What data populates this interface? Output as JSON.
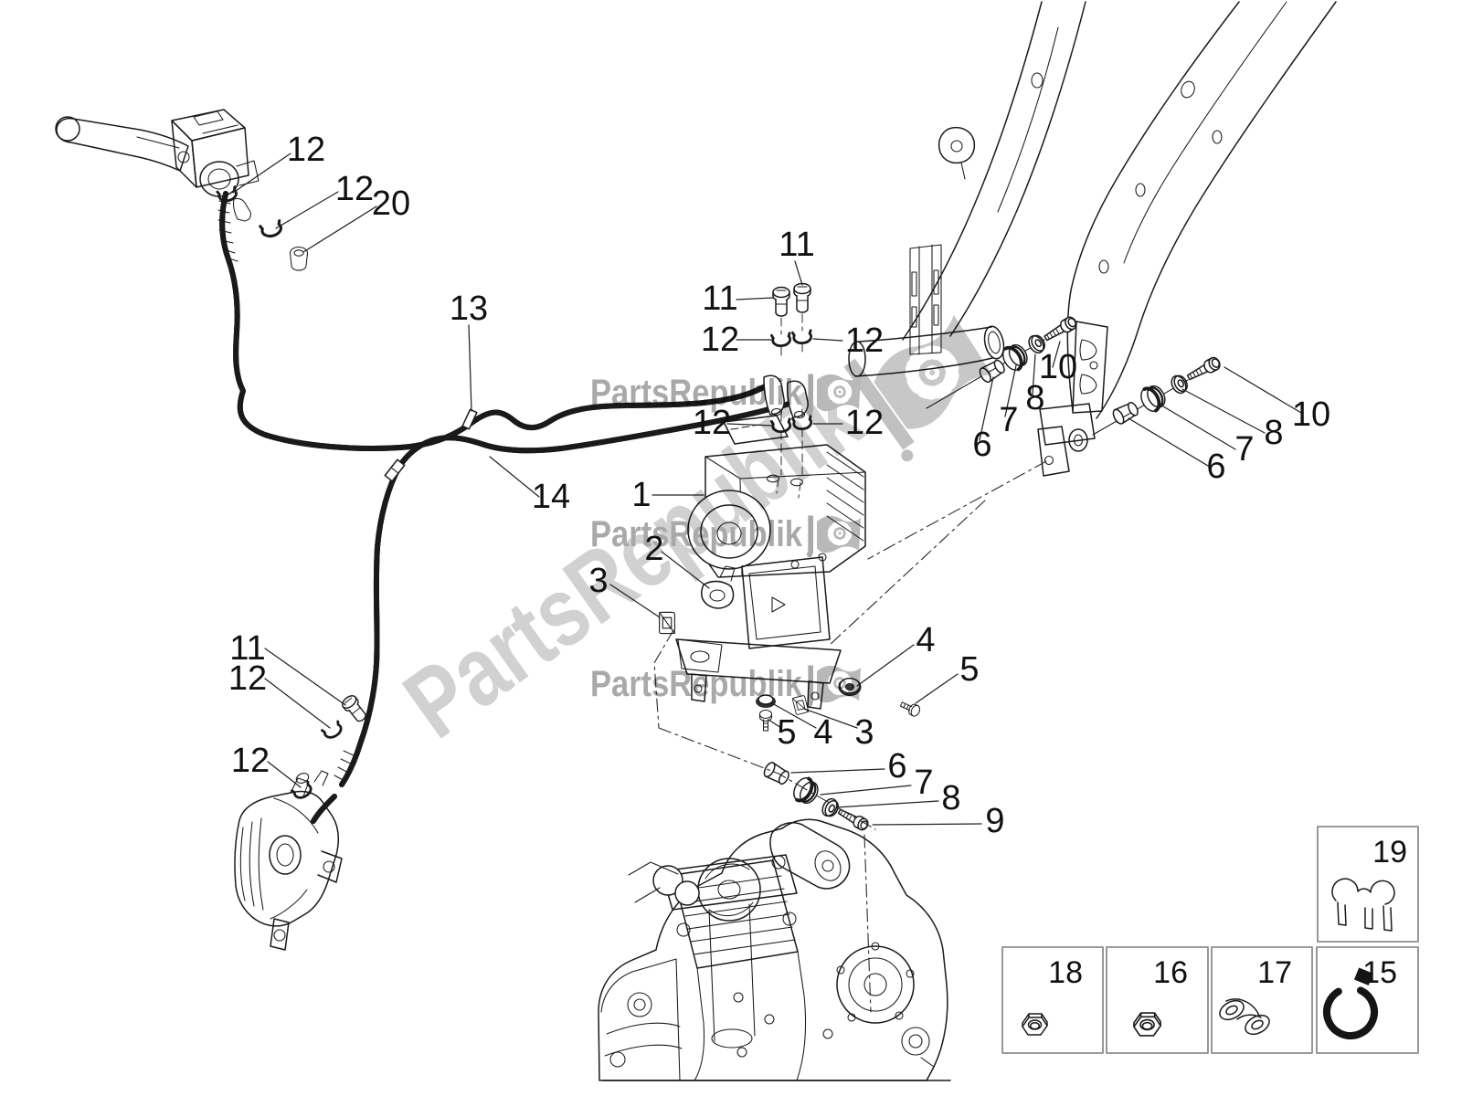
{
  "watermark": {
    "brand": "PartsRepublik",
    "separator": "|"
  },
  "colors": {
    "background": "#ffffff",
    "line_art": "#1a1a1a",
    "callout_text": "#111111",
    "watermark_gray": "#9a9a9a",
    "watermark_diagonal_gray": "#c9c9c9",
    "inset_border_gray": "#8d8d8d"
  },
  "callouts": [
    {
      "text": "12"
    },
    {
      "text": "12"
    },
    {
      "text": "20"
    },
    {
      "text": "13"
    },
    {
      "text": "14"
    },
    {
      "text": "11"
    },
    {
      "text": "11"
    },
    {
      "text": "12"
    },
    {
      "text": "12"
    },
    {
      "text": "12"
    },
    {
      "text": "12"
    },
    {
      "text": "1"
    },
    {
      "text": "2"
    },
    {
      "text": "3"
    },
    {
      "text": "4"
    },
    {
      "text": "5"
    },
    {
      "text": "5"
    },
    {
      "text": "4"
    },
    {
      "text": "3"
    },
    {
      "text": "6"
    },
    {
      "text": "7"
    },
    {
      "text": "8"
    },
    {
      "text": "9"
    },
    {
      "text": "6"
    },
    {
      "text": "7"
    },
    {
      "text": "8"
    },
    {
      "text": "10"
    },
    {
      "text": "6"
    },
    {
      "text": "7"
    },
    {
      "text": "8"
    },
    {
      "text": "10"
    },
    {
      "text": "11"
    },
    {
      "text": "12"
    },
    {
      "text": "12"
    }
  ],
  "inset_boxes": [
    {
      "label": "19"
    },
    {
      "label": "18"
    },
    {
      "label": "16"
    },
    {
      "label": "17"
    },
    {
      "label": "15"
    }
  ]
}
